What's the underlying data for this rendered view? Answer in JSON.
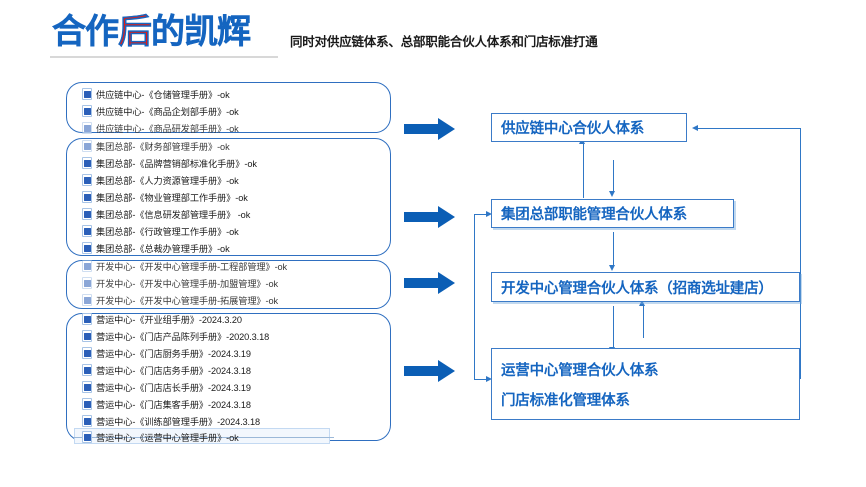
{
  "header": {
    "title_part1": "合作",
    "title_highlight": "后",
    "title_part2": "的凯辉",
    "subtitle": "同时对供应链体系、总部职能合伙人体系和门店标准打通",
    "title_color": "#1565c0",
    "highlight_color": "#e21b12"
  },
  "file_groups": [
    {
      "name": "supply-chain-group",
      "items": [
        {
          "label": "供应链中心-《仓储管理手册》-ok",
          "icon": "word-doc-icon"
        },
        {
          "label": "供应链中心-《商品企划部手册》-ok",
          "icon": "word-doc-icon"
        },
        {
          "label": "供应链中心-《商品研发部手册》-ok",
          "icon": "word-doc-icon"
        }
      ]
    },
    {
      "name": "group-hq-group",
      "items": [
        {
          "label": "集团总部-《财务部管理手册》-ok",
          "icon": "word-doc-icon"
        },
        {
          "label": "集团总部-《品牌营销部标准化手册》-ok",
          "icon": "word-doc-icon"
        },
        {
          "label": "集团总部-《人力资源管理手册》-ok",
          "icon": "word-doc-icon"
        },
        {
          "label": "集团总部-《物业管理部工作手册》-ok",
          "icon": "word-doc-icon"
        },
        {
          "label": "集团总部-《信息研发部管理手册》 -ok",
          "icon": "word-doc-icon"
        },
        {
          "label": "集团总部-《行政管理工作手册》-ok",
          "icon": "word-doc-icon"
        },
        {
          "label": "集团总部-《总裁办管理手册》-ok",
          "icon": "word-doc-icon"
        }
      ]
    },
    {
      "name": "development-center-group",
      "items": [
        {
          "label": "开发中心-《开发中心管理手册-工程部管理》-ok",
          "icon": "word-doc-icon"
        },
        {
          "label": "开发中心-《开发中心管理手册-加盟管理》-ok",
          "icon": "word-doc-icon"
        },
        {
          "label": "开发中心-《开发中心管理手册-拓展管理》-ok",
          "icon": "word-doc-icon"
        }
      ]
    },
    {
      "name": "operations-center-group",
      "items": [
        {
          "label": "营运中心-《开业组手册》-2024.3.20",
          "icon": "word-doc-icon"
        },
        {
          "label": "营运中心-《门店产品陈列手册》-2020.3.18",
          "icon": "word-doc-icon"
        },
        {
          "label": "营运中心-《门店厨务手册》-2024.3.19",
          "icon": "word-doc-icon"
        },
        {
          "label": "营运中心-《门店店务手册》-2024.3.18",
          "icon": "word-doc-icon"
        },
        {
          "label": "营运中心-《门店店长手册》-2024.3.19",
          "icon": "word-doc-icon"
        },
        {
          "label": "营运中心-《门店集客手册》-2024.3.18",
          "icon": "word-doc-icon"
        },
        {
          "label": "营运中心-《训练部管理手册》-2024.3.18",
          "icon": "word-doc-icon"
        },
        {
          "label": "营运中心-《运营中心管理手册》-ok",
          "icon": "word-doc-icon"
        }
      ]
    }
  ],
  "arrows": [
    {
      "name": "block-arrow-supply-chain"
    },
    {
      "name": "block-arrow-group-hq"
    },
    {
      "name": "block-arrow-development"
    },
    {
      "name": "block-arrow-operations"
    }
  ],
  "system_boxes": [
    {
      "name": "supply-chain-partner-system",
      "label": "供应链中心合伙人体系"
    },
    {
      "name": "hq-function-partner-system",
      "label": "集团总部职能管理合伙人体系"
    },
    {
      "name": "development-partner-system",
      "label": "开发中心管理合伙人体系（招商选址建店）"
    },
    {
      "name": "operations-partner-system",
      "label_line1": "运营中心管理合伙人体系",
      "label_line2": "门店标准化管理体系"
    }
  ],
  "colors": {
    "accent_blue": "#1565c0",
    "arrow_blue": "#0b5eb5",
    "connector_blue": "#2f77c6",
    "group_border": "#2f6fc0",
    "red": "#e21b12"
  }
}
